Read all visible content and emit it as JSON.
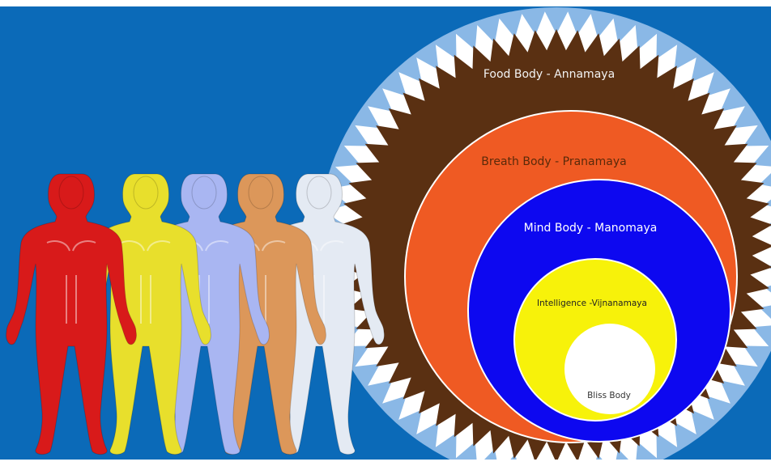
{
  "colors": {
    "background": "#0b6ab8",
    "outer_rim": "#8ab8e6",
    "food": "#5a3012",
    "breath": "#ef5a23",
    "mind": "#0d08f0",
    "intelligence": "#f7f20a",
    "bliss": "#ffffff",
    "figures": [
      "#d81a1a",
      "#e8df2c",
      "#a9b6f2",
      "#dc975a",
      "#e4eaf3"
    ]
  },
  "layers": [
    {
      "key": "food",
      "label": "Food Body - Annamaya",
      "text_color": "#f3f3f3"
    },
    {
      "key": "breath",
      "label": "Breath Body - Pranamaya",
      "text_color": "#5a2a0a"
    },
    {
      "key": "mind",
      "label": "Mind Body - Manomaya",
      "text_color": "#ffffff"
    },
    {
      "key": "intelligence",
      "label": "Intelligence -Vijnanamaya",
      "text_color": "#222222"
    },
    {
      "key": "bliss",
      "label": "Bliss Body",
      "text_color": "#333333"
    }
  ],
  "figures": [
    {
      "name": "red-figure",
      "color": "#d81a1a"
    },
    {
      "name": "yellow-figure",
      "color": "#e8df2c"
    },
    {
      "name": "lavender-figure",
      "color": "#a9b6f2"
    },
    {
      "name": "orange-figure",
      "color": "#dc975a"
    },
    {
      "name": "white-figure",
      "color": "#e4eaf3"
    }
  ]
}
